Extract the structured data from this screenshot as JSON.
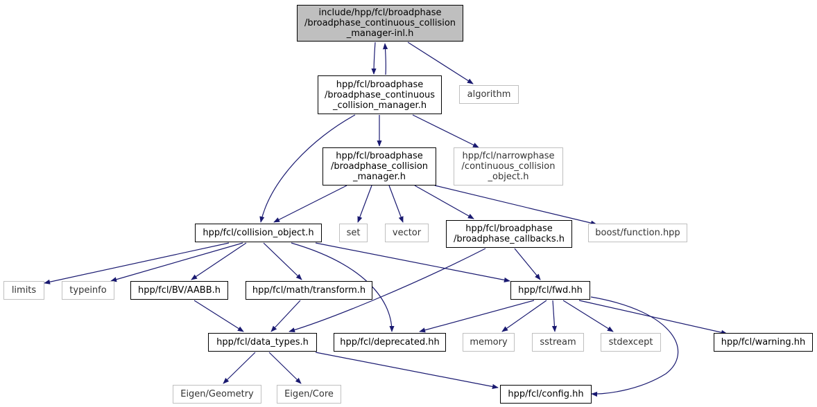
{
  "colors": {
    "edge": "#191970",
    "root_fill": "#bfbfbf",
    "local_border": "#000000",
    "external_border": "#bfbfbf"
  },
  "nodes": {
    "inl": {
      "lines": [
        "include/hpp/fcl/broadphase",
        "/broadphase_continuous_collision",
        "_manager-inl.h"
      ],
      "kind": "root"
    },
    "ccm": {
      "lines": [
        "hpp/fcl/broadphase",
        "/broadphase_continuous",
        "_collision_manager.h"
      ],
      "kind": "local"
    },
    "algorithm": {
      "lines": [
        "algorithm"
      ],
      "kind": "external"
    },
    "bcm": {
      "lines": [
        "hpp/fcl/broadphase",
        "/broadphase_collision",
        "_manager.h"
      ],
      "kind": "local"
    },
    "nco": {
      "lines": [
        "hpp/fcl/narrowphase",
        "/continuous_collision",
        "_object.h"
      ],
      "kind": "external"
    },
    "co": {
      "lines": [
        "hpp/fcl/collision_object.h"
      ],
      "kind": "local"
    },
    "set": {
      "lines": [
        "set"
      ],
      "kind": "external"
    },
    "vector": {
      "lines": [
        "vector"
      ],
      "kind": "external"
    },
    "bc": {
      "lines": [
        "hpp/fcl/broadphase",
        "/broadphase_callbacks.h"
      ],
      "kind": "local"
    },
    "bf": {
      "lines": [
        "boost/function.hpp"
      ],
      "kind": "external"
    },
    "limits": {
      "lines": [
        "limits"
      ],
      "kind": "external"
    },
    "typeinfo": {
      "lines": [
        "typeinfo"
      ],
      "kind": "external"
    },
    "aabb": {
      "lines": [
        "hpp/fcl/BV/AABB.h"
      ],
      "kind": "local"
    },
    "transform": {
      "lines": [
        "hpp/fcl/math/transform.h"
      ],
      "kind": "local"
    },
    "fwd": {
      "lines": [
        "hpp/fcl/fwd.hh"
      ],
      "kind": "local"
    },
    "dt": {
      "lines": [
        "hpp/fcl/data_types.h"
      ],
      "kind": "local"
    },
    "dep": {
      "lines": [
        "hpp/fcl/deprecated.hh"
      ],
      "kind": "local"
    },
    "memory": {
      "lines": [
        "memory"
      ],
      "kind": "external"
    },
    "sstream": {
      "lines": [
        "sstream"
      ],
      "kind": "external"
    },
    "stdexcept": {
      "lines": [
        "stdexcept"
      ],
      "kind": "external"
    },
    "warning": {
      "lines": [
        "hpp/fcl/warning.hh"
      ],
      "kind": "local"
    },
    "geom": {
      "lines": [
        "Eigen/Geometry"
      ],
      "kind": "external"
    },
    "core": {
      "lines": [
        "Eigen/Core"
      ],
      "kind": "external"
    },
    "config": {
      "lines": [
        "hpp/fcl/config.hh"
      ],
      "kind": "local"
    }
  }
}
